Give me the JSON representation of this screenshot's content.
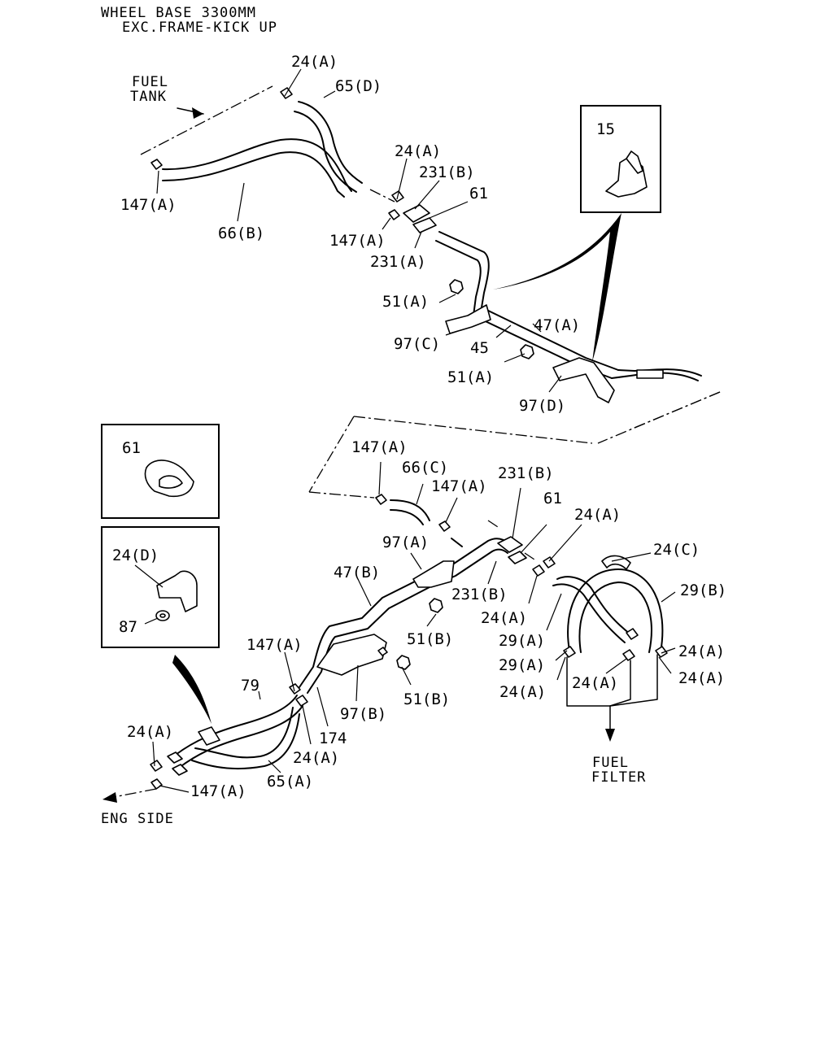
{
  "header": {
    "line1": "WHEEL BASE 3300MM",
    "line2": "EXC.FRAME-KICK UP"
  },
  "directions": {
    "fuel_tank_1": "FUEL",
    "fuel_tank_2": "TANK",
    "eng_side": "ENG SIDE",
    "fuel_filter_1": "FUEL",
    "fuel_filter_2": "FILTER"
  },
  "callouts": {
    "c24a_top": "24(A)",
    "c65d": "65(D)",
    "c147a_left": "147(A)",
    "c66b": "66(B)",
    "c24a_mid": "24(A)",
    "c231b_top": "231(B)",
    "c61_top": "61",
    "c147a_mid": "147(A)",
    "c231a": "231(A)",
    "c15": "15",
    "c51a_1": "51(A)",
    "c47a": "47(A)",
    "c97c": "97(C)",
    "c45": "45",
    "c51a_2": "51(A)",
    "c97d": "97(D)",
    "c61_box": "61",
    "c24d": "24(D)",
    "c87": "87",
    "c147a_up": "147(A)",
    "c66c": "66(C)",
    "c147a_up2": "147(A)",
    "c231b_mid": "231(B)",
    "c61_mid": "61",
    "c24a_r1": "24(A)",
    "c24c": "24(C)",
    "c97a": "97(A)",
    "c47b": "47(B)",
    "c231b_low": "231(B)",
    "c24a_r2": "24(A)",
    "c29b": "29(B)",
    "c51b_1": "51(B)",
    "c29a_1": "29(A)",
    "c24a_r3": "24(A)",
    "c147a_low": "147(A)",
    "c29a_2": "29(A)",
    "c24a_r4": "24(A)",
    "c24a_r5": "24(A)",
    "c79": "79",
    "c24a_r6": "24(A)",
    "c97b": "97(B)",
    "c51b_2": "51(B)",
    "c174": "174",
    "c24a_low": "24(A)",
    "c24a_left": "24(A)",
    "c65a": "65(A)",
    "c147a_bottom": "147(A)"
  }
}
